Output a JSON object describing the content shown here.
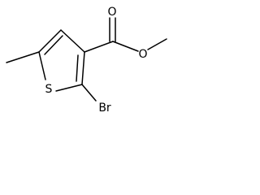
{
  "molecule": {
    "atoms": {
      "carbonyl_oxygen": "O",
      "ester_oxygen": "O",
      "ring_sulfur": "S",
      "bromine": "Br"
    }
  }
}
